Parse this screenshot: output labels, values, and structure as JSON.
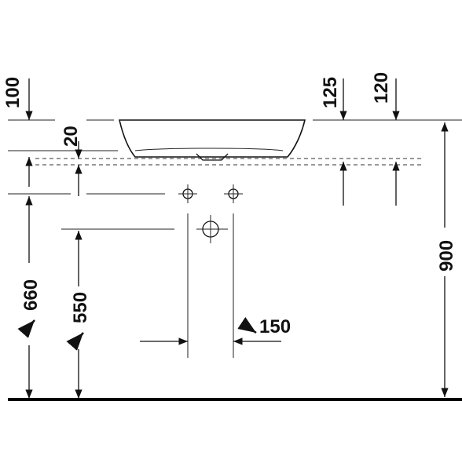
{
  "dimensions": {
    "d100": "100",
    "d20": "20",
    "d125": "125",
    "d120": "120",
    "d900": "900",
    "d660": "660",
    "d550": "550",
    "d150": "150"
  }
}
